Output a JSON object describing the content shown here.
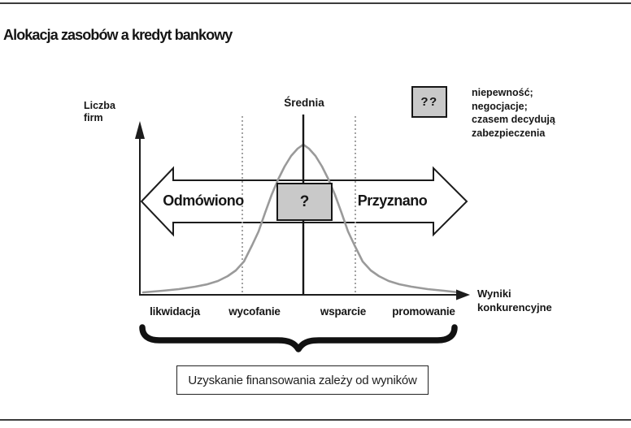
{
  "page": {
    "title": "Alokacja zasobów a kredyt bankowy"
  },
  "diagram": {
    "type": "bell-curve-concept-diagram",
    "y_axis_label": "Liczba\nfirm",
    "mean_label": "Średnia",
    "x_axis_label": "Wyniki\nkonkurencyjne",
    "arrow_left_label": "Odmówiono",
    "arrow_right_label": "Przyznano",
    "center_box_symbol": "?",
    "legend_symbol": "??",
    "legend_note": "niepewność;\nnegocjacje;\nczasem decydują\nzabezpieczenia",
    "zones": [
      "likwidacja",
      "wycofanie",
      "wsparcie",
      "promowanie"
    ],
    "caption": "Uzyskanie finansowania zależy od wyników",
    "colors": {
      "line": "#1c1c1c",
      "curve": "#9a9a9a",
      "box_fill": "#c9c9c9",
      "dotted_line": "#999999"
    }
  }
}
